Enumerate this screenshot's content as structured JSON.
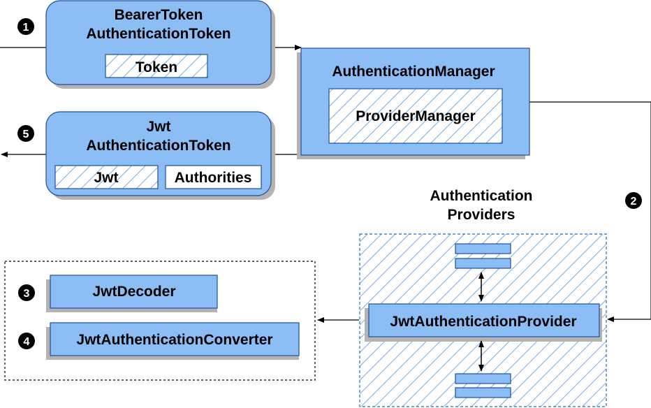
{
  "colors": {
    "box_fill": "#8cbdf5",
    "box_stroke": "#1f4f99",
    "hatch": "#7aaae6",
    "shadow": "#b3b3b3",
    "line": "#000000",
    "badge": "#000000"
  },
  "bearer_token": {
    "title_line1": "BearerToken",
    "title_line2": "AuthenticationToken",
    "token_label": "Token"
  },
  "auth_manager": {
    "title": "AuthenticationManager",
    "provider_manager": "ProviderManager"
  },
  "jwt_token": {
    "title_line1": "Jwt",
    "title_line2": "AuthenticationToken",
    "jwt_label": "Jwt",
    "authorities_label": "Authorities"
  },
  "providers": {
    "title_line1": "Authentication",
    "title_line2": "Providers",
    "jwt_provider": "JwtAuthenticationProvider"
  },
  "components": {
    "decoder": "JwtDecoder",
    "converter": "JwtAuthenticationConverter"
  },
  "steps": {
    "s1": "1",
    "s2": "2",
    "s3": "3",
    "s4": "4",
    "s5": "5"
  }
}
